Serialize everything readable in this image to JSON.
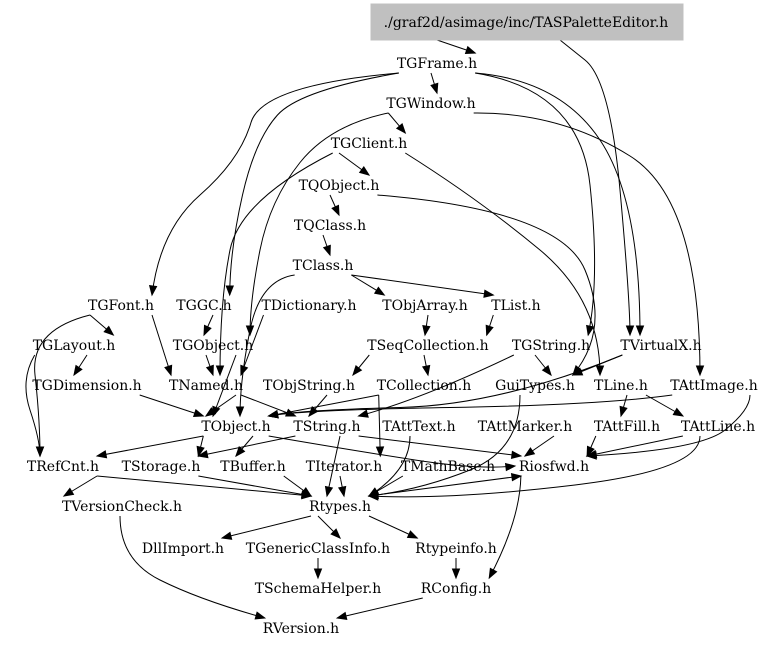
{
  "graph": {
    "root": "./graf2d/asimage/inc/TASPaletteEditor.h",
    "nodes": [
      {
        "id": "n0",
        "label": "./graf2d/asimage/inc/TASPaletteEditor.h",
        "root": true
      },
      {
        "id": "n1",
        "label": "TGFrame.h"
      },
      {
        "id": "n2",
        "label": "TGWindow.h"
      },
      {
        "id": "n3",
        "label": "TGClient.h"
      },
      {
        "id": "n4",
        "label": "TQObject.h"
      },
      {
        "id": "n5",
        "label": "TQClass.h"
      },
      {
        "id": "n6",
        "label": "TClass.h"
      },
      {
        "id": "n7",
        "label": "TGFont.h"
      },
      {
        "id": "n8",
        "label": "TGGC.h"
      },
      {
        "id": "n9",
        "label": "TDictionary.h"
      },
      {
        "id": "n10",
        "label": "TObjArray.h"
      },
      {
        "id": "n11",
        "label": "TList.h"
      },
      {
        "id": "n12",
        "label": "TGLayout.h"
      },
      {
        "id": "n13",
        "label": "TGObject.h"
      },
      {
        "id": "n14",
        "label": "TSeqCollection.h"
      },
      {
        "id": "n15",
        "label": "TGString.h"
      },
      {
        "id": "n16",
        "label": "TVirtualX.h"
      },
      {
        "id": "n17",
        "label": "TGDimension.h"
      },
      {
        "id": "n18",
        "label": "TNamed.h"
      },
      {
        "id": "n19",
        "label": "TObjString.h"
      },
      {
        "id": "n20",
        "label": "TCollection.h"
      },
      {
        "id": "n21",
        "label": "GuiTypes.h"
      },
      {
        "id": "n22",
        "label": "TLine.h"
      },
      {
        "id": "n23",
        "label": "TAttImage.h"
      },
      {
        "id": "n24",
        "label": "TObject.h"
      },
      {
        "id": "n25",
        "label": "TString.h"
      },
      {
        "id": "n26",
        "label": "TAttText.h"
      },
      {
        "id": "n27",
        "label": "TAttMarker.h"
      },
      {
        "id": "n28",
        "label": "TAttFill.h"
      },
      {
        "id": "n29",
        "label": "TAttLine.h"
      },
      {
        "id": "n30",
        "label": "TRefCnt.h"
      },
      {
        "id": "n31",
        "label": "TStorage.h"
      },
      {
        "id": "n32",
        "label": "TBuffer.h"
      },
      {
        "id": "n33",
        "label": "TIterator.h"
      },
      {
        "id": "n34",
        "label": "TMathBase.h"
      },
      {
        "id": "n35",
        "label": "Riosfwd.h"
      },
      {
        "id": "n36",
        "label": "TVersionCheck.h"
      },
      {
        "id": "n37",
        "label": "Rtypes.h"
      },
      {
        "id": "n38",
        "label": "DllImport.h"
      },
      {
        "id": "n39",
        "label": "TGenericClassInfo.h"
      },
      {
        "id": "n40",
        "label": "Rtypeinfo.h"
      },
      {
        "id": "n41",
        "label": "TSchemaHelper.h"
      },
      {
        "id": "n42",
        "label": "RConfig.h"
      },
      {
        "id": "n43",
        "label": "RVersion.h"
      }
    ]
  }
}
